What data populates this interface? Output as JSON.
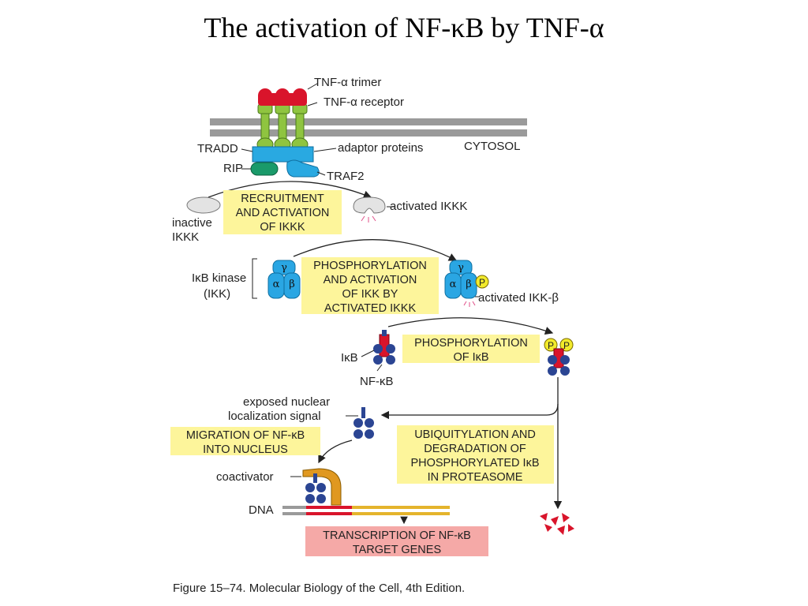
{
  "title": "The activation of NF-κB by TNF-α",
  "labels": {
    "tnf_trimer": "TNF-α trimer",
    "tnf_receptor": "TNF-α receptor",
    "tradd": "TRADD",
    "adaptor_proteins": "adaptor proteins",
    "cytosol": "CYTOSOL",
    "rip": "RIP",
    "traf2": "TRAF2",
    "inactive_ikkk_1": "inactive",
    "inactive_ikkk_2": "IKKK",
    "activated_ikkk": "activated IKKK",
    "ikb_kinase_1": "IκB kinase",
    "ikb_kinase_2": "(IKK)",
    "activated_ikk_beta": "activated IKK-β",
    "ikb": "IκB",
    "nfkb": "NF-κB",
    "exposed_nls_1": "exposed nuclear",
    "exposed_nls_2": "localization signal",
    "coactivator": "coactivator",
    "dna": "DNA",
    "gamma": "γ",
    "alpha": "α",
    "beta": "β",
    "phospho": "P"
  },
  "steps": {
    "recruitment": [
      "RECRUITMENT",
      "AND ACTIVATION",
      "OF IKKK"
    ],
    "phos_ikk": [
      "PHOSPHORYLATION",
      "AND ACTIVATION",
      "OF IKK BY",
      "ACTIVATED IKKK"
    ],
    "phos_ikb": [
      "PHOSPHORYLATION",
      "OF IκB"
    ],
    "migration": [
      "MIGRATION OF NF-κB",
      "INTO NUCLEUS"
    ],
    "ubiquitylation": [
      "UBIQUITYLATION AND",
      "DEGRADATION OF",
      "PHOSPHORYLATED IκB",
      "IN PROTEASOME"
    ],
    "transcription": [
      "TRANSCRIPTION OF NF-κB",
      "TARGET GENES"
    ]
  },
  "caption": "Figure 15–74. Molecular Biology of the Cell, 4th Edition.",
  "colors": {
    "membrane": "#9a9a9a",
    "tnf_red": "#d9142b",
    "receptor_green": "#8fc440",
    "adaptor_blue": "#29a9e1",
    "rip_green": "#1a9a6a",
    "ikkk_gray": "#e3e3e3",
    "ikk_blue": "#2aa6e3",
    "nfkb_navy": "#2b4593",
    "phospho_yellow": "#f2ea2c",
    "yellow_box": "#fdf59b",
    "pink_box": "#f5a9a7",
    "coactivator_orange": "#e09820",
    "dna_gold": "#e4b42c"
  }
}
